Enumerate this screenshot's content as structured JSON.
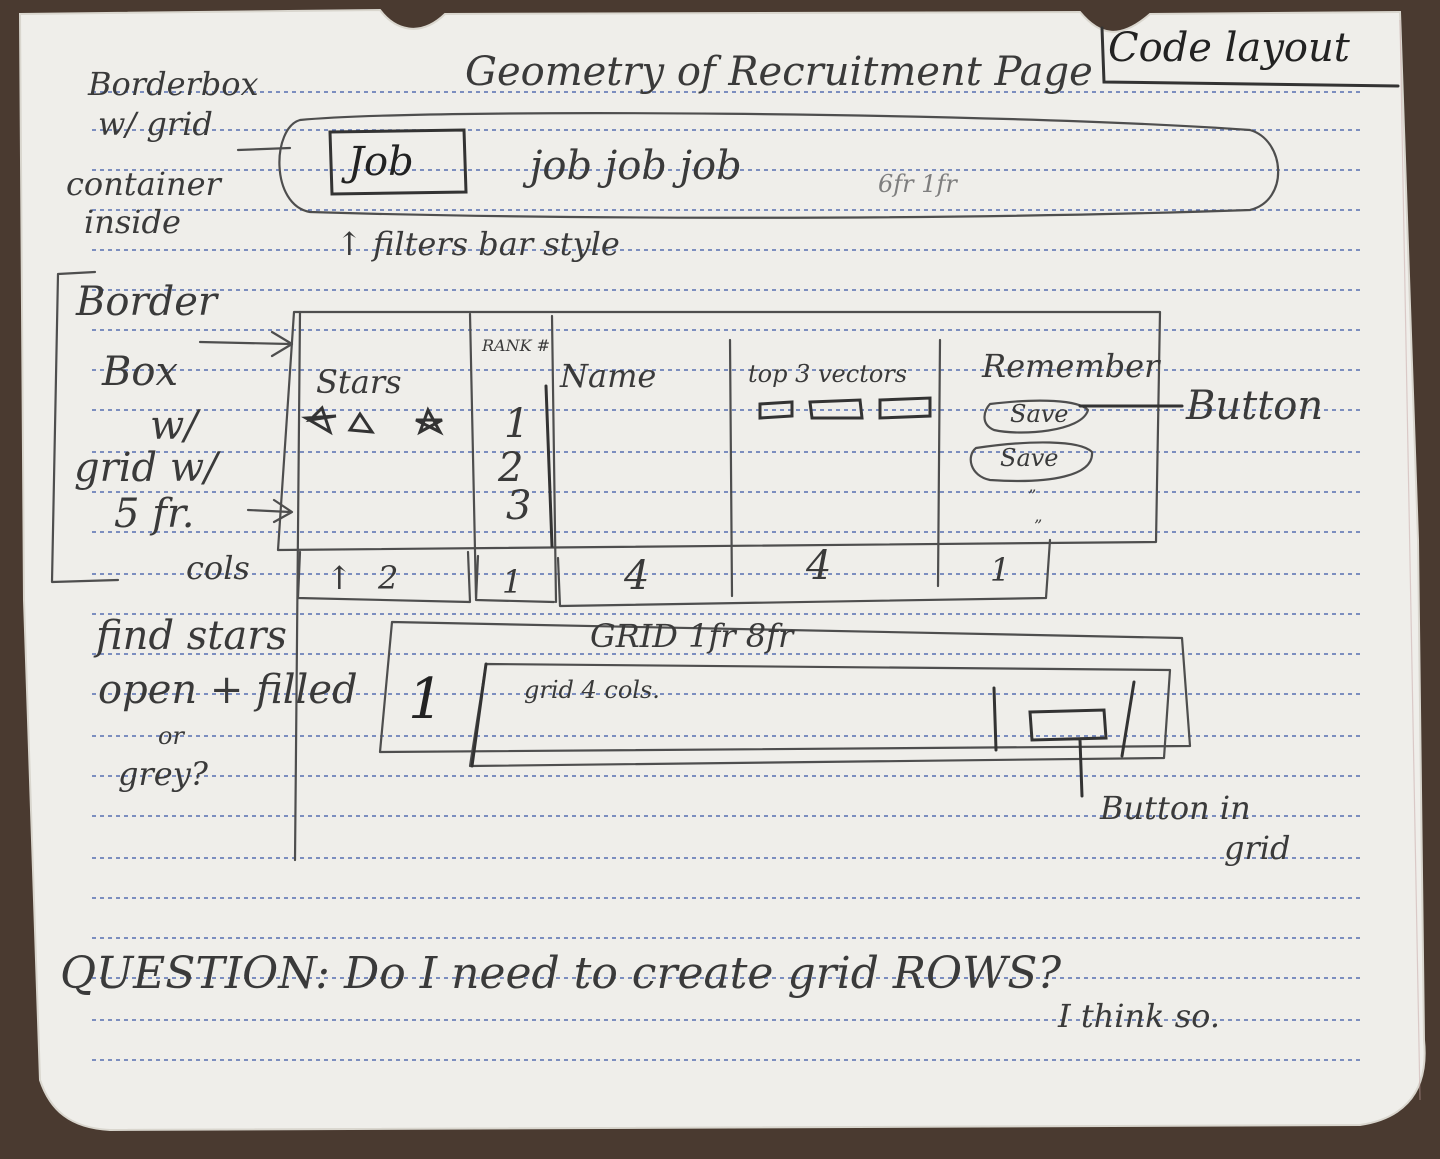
{
  "title": "Geometry of Recruitment Page",
  "corner_label": "Code layout",
  "left_notes": {
    "top_note": [
      "Borderbox",
      "w/ grid",
      "container",
      "inside"
    ],
    "border_box_note": [
      "Border",
      "Box",
      "w/",
      "grid w/",
      "5 fr.",
      "cols"
    ],
    "stars_note": [
      "find stars",
      "open + filled",
      "or",
      "grey?"
    ]
  },
  "header_sketch": {
    "job_box": "Job",
    "job_items": "job job job",
    "width_note": "6fr 1fr",
    "caption": "↑ filters bar style"
  },
  "table_sketch": {
    "columns": [
      {
        "label": "Stars",
        "fr": "2"
      },
      {
        "label": "RANK #",
        "fr": "1"
      },
      {
        "label": "Name",
        "fr": "4"
      },
      {
        "label": "top 3 vectors",
        "fr": "4"
      },
      {
        "label": "Remember",
        "fr": "1"
      }
    ],
    "rank_values": [
      "1",
      "2",
      "3"
    ],
    "save_buttons": [
      "Save",
      "Save"
    ],
    "ditto_marks": [
      "”",
      "”"
    ],
    "button_note": "Button",
    "arrow_mark": "↑"
  },
  "grid_sketch": {
    "label": "GRID 1fr 8fr",
    "left_cell": "1",
    "inner_label": "grid 4 cols.",
    "button_note": [
      "Button in",
      "grid"
    ]
  },
  "question": "QUESTION: Do I need to create grid ROWS?",
  "answer": "I think so."
}
